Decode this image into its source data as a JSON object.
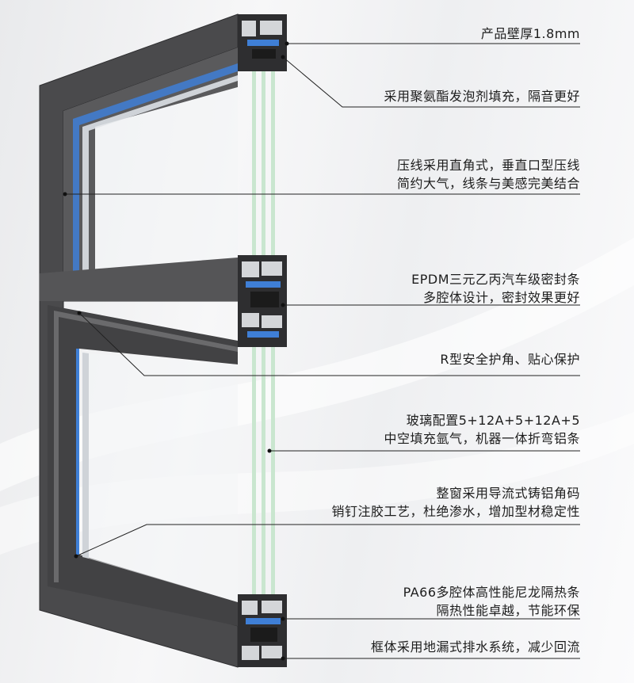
{
  "callouts": [
    {
      "lines": [
        "产品壁厚1.8mm"
      ]
    },
    {
      "lines": [
        "采用聚氨酯发泡剂填充，隔音更好"
      ]
    },
    {
      "lines": [
        "压线采用直角式，垂直口型压线",
        "简约大气，线条与美感完美结合"
      ]
    },
    {
      "lines": [
        "EPDM三元乙丙汽车级密封条",
        "多腔体设计，密封效果更好"
      ]
    },
    {
      "lines": [
        "R型安全护角、贴心保护"
      ]
    },
    {
      "lines": [
        "玻璃配置5+12A+5+12A+5",
        "中空填充氩气，机器一体折弯铝条"
      ]
    },
    {
      "lines": [
        "整窗采用导流式铸铝角码",
        "销钉注胶工艺，杜绝渗水，增加型材稳定性"
      ]
    },
    {
      "lines": [
        "PA66多腔体高性能尼龙隔热条",
        "隔热性能卓越，节能环保"
      ]
    },
    {
      "lines": [
        "框体采用地漏式排水系统，减少回流"
      ]
    }
  ],
  "colors": {
    "profile": "#4a4a4c",
    "profile_dark": "#2e2e30",
    "seal_blue": "#3f7fd6",
    "glass": "#c9e6cf",
    "text": "#1d1d1d"
  }
}
